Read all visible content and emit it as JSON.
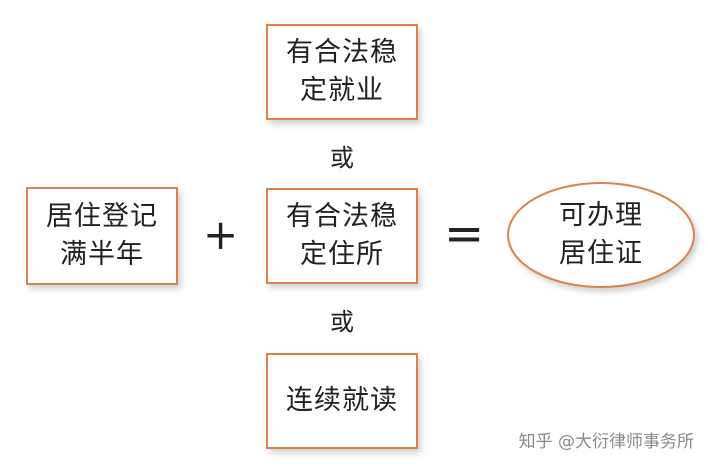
{
  "diagram": {
    "residence": [
      "居住登记",
      "满半年"
    ],
    "option_employment": [
      "有合法稳",
      "定就业"
    ],
    "or_top": "或",
    "option_housing": [
      "有合法稳",
      "定住所"
    ],
    "or_bottom": "或",
    "option_study": [
      "连续就读"
    ],
    "plus": "+",
    "equals": "=",
    "result": [
      "可办理",
      "居住证"
    ]
  },
  "colors": {
    "border": "#d9824b",
    "text": "#222222"
  },
  "watermark": "知乎 @大衍律师事务所"
}
